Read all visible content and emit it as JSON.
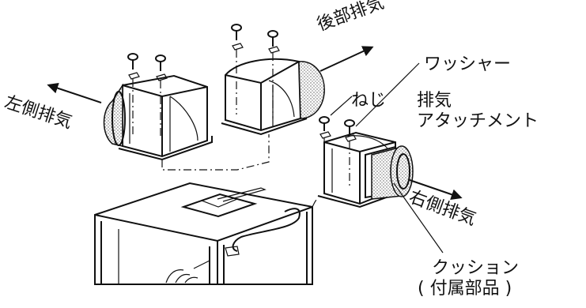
{
  "labels": {
    "rear_exhaust": "後部排気",
    "left_exhaust": "左側排気",
    "screw": "ねじ",
    "washer": "ワッシャー",
    "exhaust_attachment_line1": "排気",
    "exhaust_attachment_line2": "アタッチメント",
    "right_exhaust": "右側排気",
    "cushion": "クッション",
    "accessory": "( 付属部品 )"
  }
}
